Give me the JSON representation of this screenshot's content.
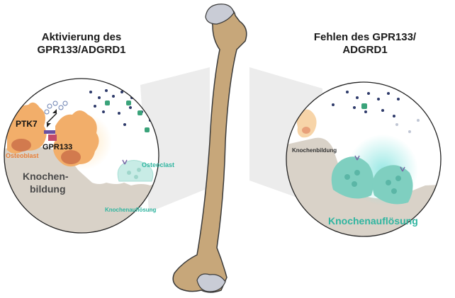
{
  "left_panel": {
    "title_line1": "Aktivierung des",
    "title_line2": "GPR133/ADGRD1",
    "labels": {
      "ptk7": "PTK7",
      "gpr133": "GPR133",
      "osteoblast": "Osteoblast",
      "knochenbildung_line1": "Knochen-",
      "knochenbildung_line2": "bildung",
      "osteoclast": "Osteoclast",
      "knochenaufloesung": "Knochenauflösung"
    }
  },
  "right_panel": {
    "title_line1": "Fehlen des GPR133/",
    "title_line2": "ADGRD1",
    "labels": {
      "knochenbildung": "Knochenbildung",
      "knochenaufloesung": "Knochenauflösung"
    }
  },
  "colors": {
    "bone": "#c7a77a",
    "bone_outline": "#3a3a3a",
    "bone_head": "#c9ccd6",
    "osteoblast": "#f2ae6a",
    "osteoclast": "#7fcfc0",
    "label_orange": "#e8803a",
    "label_teal": "#2fb5a0",
    "ground": "#d9d2c8"
  }
}
